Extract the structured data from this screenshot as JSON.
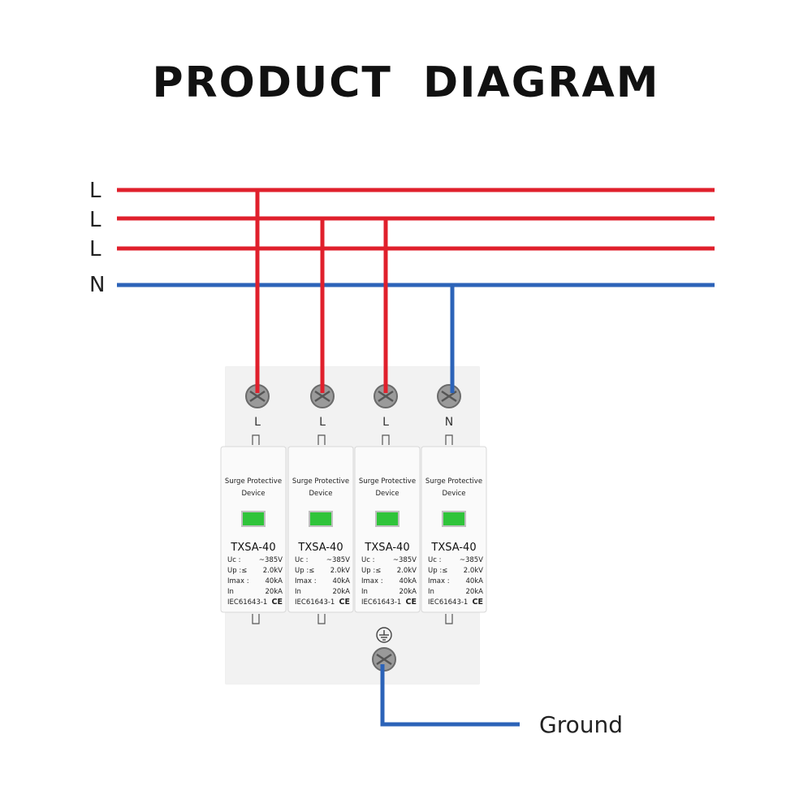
{
  "title": "PRODUCT  DIAGRAM",
  "lines": [
    {
      "label": "L",
      "color": "#e0202c"
    },
    {
      "label": "L",
      "color": "#e0202c"
    },
    {
      "label": "L",
      "color": "#e0202c"
    },
    {
      "label": "N",
      "color": "#2c63b8"
    }
  ],
  "ground_label": "Ground",
  "terminals": [
    "L",
    "L",
    "L",
    "N"
  ],
  "modules": [
    {
      "name_line1": "Surge Protective",
      "name_line2": "Device",
      "model": "TXSA-40",
      "specs": [
        {
          "k": "Uc  :",
          "v": "~385V"
        },
        {
          "k": "Up  :≤",
          "v": "2.0kV"
        },
        {
          "k": "Imax :",
          "v": "40kA"
        },
        {
          "k": "In",
          "v": "20kA"
        }
      ],
      "standard": "IEC61643-1",
      "mark": "CE"
    },
    {
      "name_line1": "Surge Protective",
      "name_line2": "Device",
      "model": "TXSA-40",
      "specs": [
        {
          "k": "Uc  :",
          "v": "~385V"
        },
        {
          "k": "Up  :≤",
          "v": "2.0kV"
        },
        {
          "k": "Imax :",
          "v": "40kA"
        },
        {
          "k": "In",
          "v": "20kA"
        }
      ],
      "standard": "IEC61643-1",
      "mark": "CE"
    },
    {
      "name_line1": "Surge Protective",
      "name_line2": "Device",
      "model": "TXSA-40",
      "specs": [
        {
          "k": "Uc  :",
          "v": "~385V"
        },
        {
          "k": "Up  :≤",
          "v": "2.0kV"
        },
        {
          "k": "Imax :",
          "v": "40kA"
        },
        {
          "k": "In",
          "v": "20kA"
        }
      ],
      "standard": "IEC61643-1",
      "mark": "CE"
    },
    {
      "name_line1": "Surge Protective",
      "name_line2": "Device",
      "model": "TXSA-40",
      "specs": [
        {
          "k": "Uc  :",
          "v": "~385V"
        },
        {
          "k": "Up  :≤",
          "v": "2.0kV"
        },
        {
          "k": "Imax :",
          "v": "40kA"
        },
        {
          "k": "In",
          "v": "20kA"
        }
      ],
      "standard": "IEC61643-1",
      "mark": "CE"
    }
  ],
  "icons": [
    "screw-terminal-icon",
    "ground-symbol-icon"
  ]
}
